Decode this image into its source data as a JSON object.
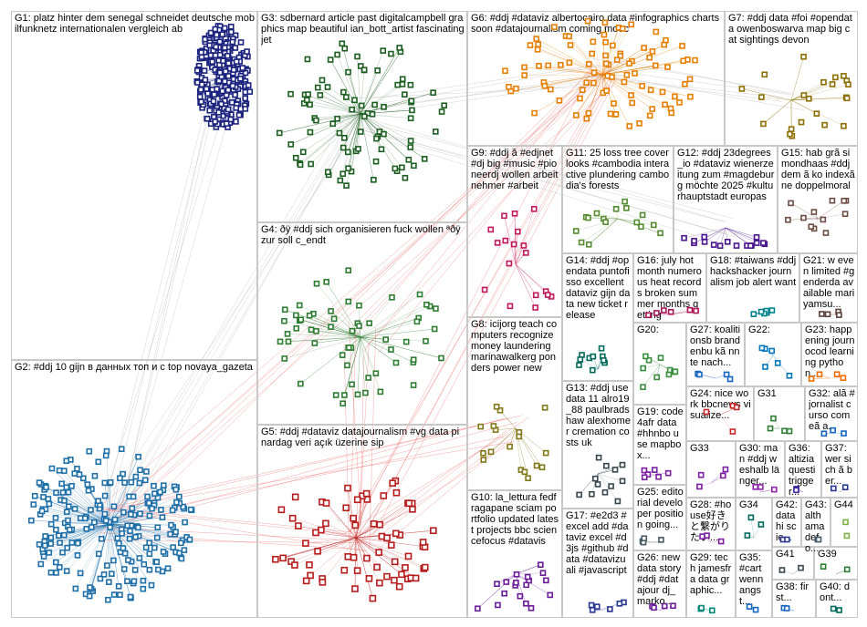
{
  "groups": [
    {
      "id": "G1",
      "label": "G1: platz hinter dem senegal schneidet deutsche mobilfunknetz internationalen vergleich ab",
      "color": "#1a237e"
    },
    {
      "id": "G2",
      "label": "G2: #ddj 10 gijn в данных топ и с top novaya_gazeta",
      "color": "#1f6fa8"
    },
    {
      "id": "G3",
      "label": "G3: sdbernard article past digitalcampbell graphics map beautiful ian_bott_artist fascinating jet",
      "color": "#1b5e20"
    },
    {
      "id": "G4",
      "label": "G4: ðÿ #ddj sich organisieren fuck wollen ªðÿ zur soll c_endt",
      "color": "#2e7d32"
    },
    {
      "id": "G5",
      "label": "G5: #ddj #dataviz datajournalism #vg data pinardag veri açık üzerine sip",
      "color": "#b71c1c"
    },
    {
      "id": "G6",
      "label": "G6: #ddj #dataviz albertocairo data #infographics charts soon #datajournalism coming mooc",
      "color": "#e67e00"
    },
    {
      "id": "G7",
      "label": "G7: #ddj data #foi #opendata owenboswarva map big cat sightings devon",
      "color": "#8d6e00"
    },
    {
      "id": "G8",
      "label": "G8: icijorg teach computers recognize money laundering marinawalkerg ponders power new",
      "color": "#827717"
    },
    {
      "id": "G9",
      "label": "G9: #ddj â #edjnet #dj big #music #pioneerdj wollen arbeitnehmer #arbeit",
      "color": "#c2185b"
    },
    {
      "id": "G10",
      "label": "G10: la_lettura fedfragapane sciam portfolio updated latest projects bbc sciencefocus #datavis",
      "color": "#6a1b9a"
    },
    {
      "id": "G11",
      "label": "G11: 25 loss tree cover looks #cambodia interactive plundering cambodia's forests",
      "color": "#558b2f"
    },
    {
      "id": "G12",
      "label": "G12: #ddj 23degrees_io #dataviz wienerzeitung zum #magdeburg möchte 2025 #kulturhauptstadt europas",
      "color": "#4a148c"
    },
    {
      "id": "G13",
      "label": "G13: #ddj use data 11 alro19_88 paulbradshaw alexhomer cremation costs uk",
      "color": "#37474f"
    },
    {
      "id": "G14",
      "label": "G14: #ddj #opendata puntofisso excellent dataviz gijn data new ticket release",
      "color": "#00695c"
    },
    {
      "id": "G15",
      "label": "G15: hab grã simondhaas #ddj dem ã ko indexã ne doppelmoral",
      "color": "#6d4c41"
    },
    {
      "id": "G16",
      "label": "G16: july hot month numerous heat records broken summer months getting",
      "color": "#ad1457"
    },
    {
      "id": "G17",
      "label": "G17: #e2d3 #excel add #dataviz excel #d3js #github #data #datavizuali #javascript",
      "color": "#283593"
    },
    {
      "id": "G18",
      "label": "G18: #taiwans #ddj hackshacker journalism job alert want",
      "color": "#00838f"
    },
    {
      "id": "G19",
      "label": "G19: code4afr data #hhnbo use mapbox...",
      "color": "#7b1fa2"
    },
    {
      "id": "G20",
      "label": "G20:",
      "color": "#388e3c"
    },
    {
      "id": "G21",
      "label": "G21: w even limited #genderda available mariyamsu...",
      "color": "#5d4037"
    },
    {
      "id": "G22",
      "label": "G22:",
      "color": "#0277bd"
    },
    {
      "id": "G23",
      "label": "G23: happening journocod learning python...",
      "color": "#ef6c00"
    },
    {
      "id": "G24",
      "label": "G24: nice work bbcnews visualize...",
      "color": "#c62828"
    },
    {
      "id": "G25",
      "label": "G25: editorial developer position going...",
      "color": "#455a64"
    },
    {
      "id": "G26",
      "label": "G26: new data story #ddj #datajour dj_marko...",
      "color": "#6a1b9a"
    },
    {
      "id": "G27",
      "label": "G27: koalitionsb brandenbu kã nnte nach...",
      "color": "#1565c0"
    },
    {
      "id": "G28",
      "label": "G28: #house好きと繋がりたい...",
      "color": "#7b1fa2"
    },
    {
      "id": "G29",
      "label": "G29: tech jamesfra data graphic...",
      "color": "#00897b"
    },
    {
      "id": "G30",
      "label": "G30: man #ddj weshalb länger...",
      "color": "#8e24aa"
    },
    {
      "id": "G31",
      "label": "G31",
      "color": "#2e7d32"
    },
    {
      "id": "G32",
      "label": "G32: alã #jornalist curso comeã a...",
      "color": "#1565c0"
    },
    {
      "id": "G33",
      "label": "G33",
      "color": "#7b1fa2"
    },
    {
      "id": "G34",
      "label": "G34",
      "color": "#00695c"
    },
    {
      "id": "G35",
      "label": "G35: #cart wenn angst...",
      "color": "#1565c0"
    },
    {
      "id": "G36",
      "label": "G36: altizia questi trigger...",
      "color": "#4527a0"
    },
    {
      "id": "G37",
      "label": "G37: wer sich ã ber...",
      "color": "#283593"
    },
    {
      "id": "G38",
      "label": "G38: first...",
      "color": "#1565c0"
    },
    {
      "id": "G39",
      "label": "G39",
      "color": "#2e7d32"
    },
    {
      "id": "G40",
      "label": "G40: dont...",
      "color": "#00695c"
    },
    {
      "id": "G41",
      "label": "G41",
      "color": "#37474f"
    },
    {
      "id": "G42",
      "label": "G42: data hi scie...",
      "color": "#283593"
    },
    {
      "id": "G43",
      "label": "G43: alth ama defo...",
      "color": "#455a64"
    },
    {
      "id": "G44",
      "label": "G44",
      "color": "#7cb342"
    }
  ]
}
